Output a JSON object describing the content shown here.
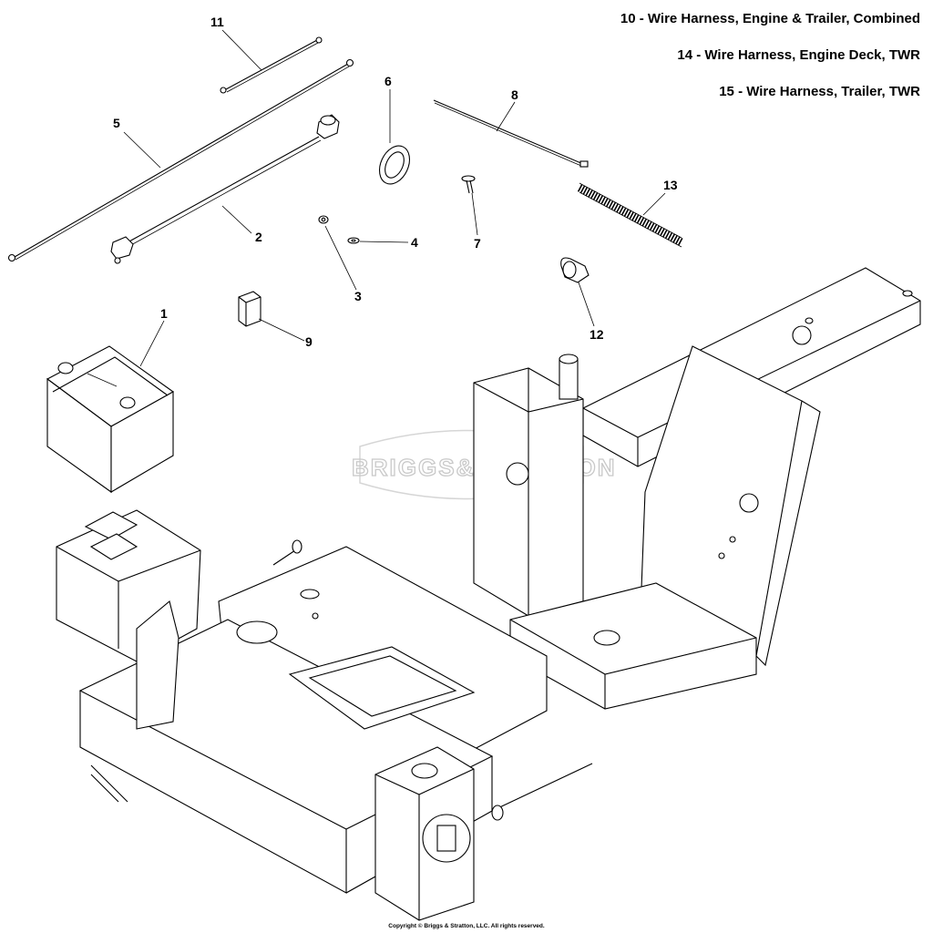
{
  "legend": [
    "10 - Wire Harness, Engine & Trailer, Combined",
    "14 - Wire Harness, Engine Deck, TWR",
    "15 - Wire Harness, Trailer, TWR"
  ],
  "callouts": {
    "c1": "1",
    "c2": "2",
    "c3": "3",
    "c4": "4",
    "c5": "5",
    "c6": "6",
    "c7": "7",
    "c8": "8",
    "c9": "9",
    "c11": "11",
    "c12": "12",
    "c13": "13"
  },
  "watermark": "BRIGGS&STRATTON",
  "copyright": "Copyright © Briggs & Stratton, LLC. All rights reserved.",
  "colors": {
    "line": "#000000",
    "watermark": "#c9c9c9",
    "background": "#ffffff"
  }
}
